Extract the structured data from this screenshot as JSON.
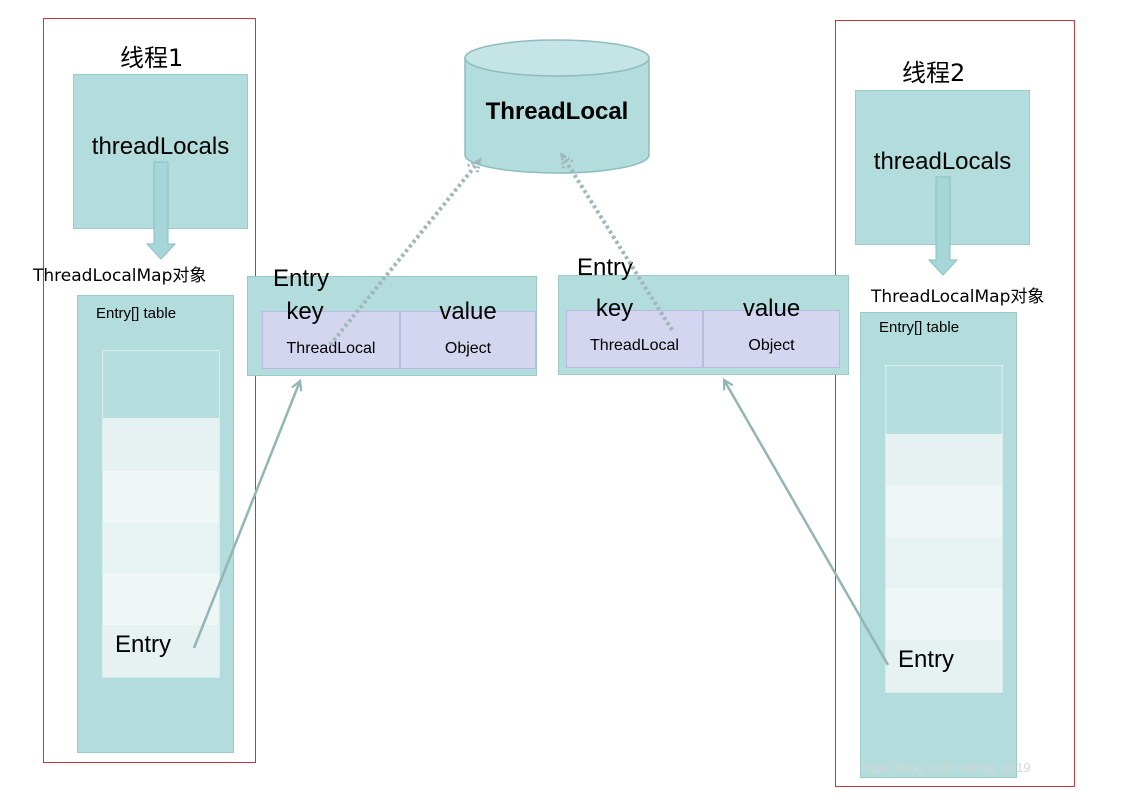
{
  "thread1": {
    "title": "线程1",
    "thread_locals": "threadLocals",
    "map_label": "ThreadLocalMap对象",
    "table_label": "Entry[] table",
    "entry_label": "Entry"
  },
  "thread2": {
    "title": "线程2",
    "thread_locals": "threadLocals",
    "map_label": "ThreadLocalMap对象",
    "table_label": "Entry[] table",
    "entry_label": "Entry"
  },
  "threadlocal_db": {
    "label": "ThreadLocal"
  },
  "entry_left": {
    "title": "Entry",
    "key_label": "key",
    "key_value": "ThreadLocal",
    "value_label": "value",
    "value_value": "Object"
  },
  "entry_right": {
    "title": "Entry",
    "key_label": "key",
    "key_value": "ThreadLocal",
    "value_label": "value",
    "value_value": "Object"
  },
  "watermark": "https://blog.csdn.net/qq_0019",
  "colors": {
    "frame_red": "#c8353b",
    "teal": "#b3dcdd",
    "lavender": "#d4d6ef",
    "arrow_gray": "#93b5b5"
  }
}
